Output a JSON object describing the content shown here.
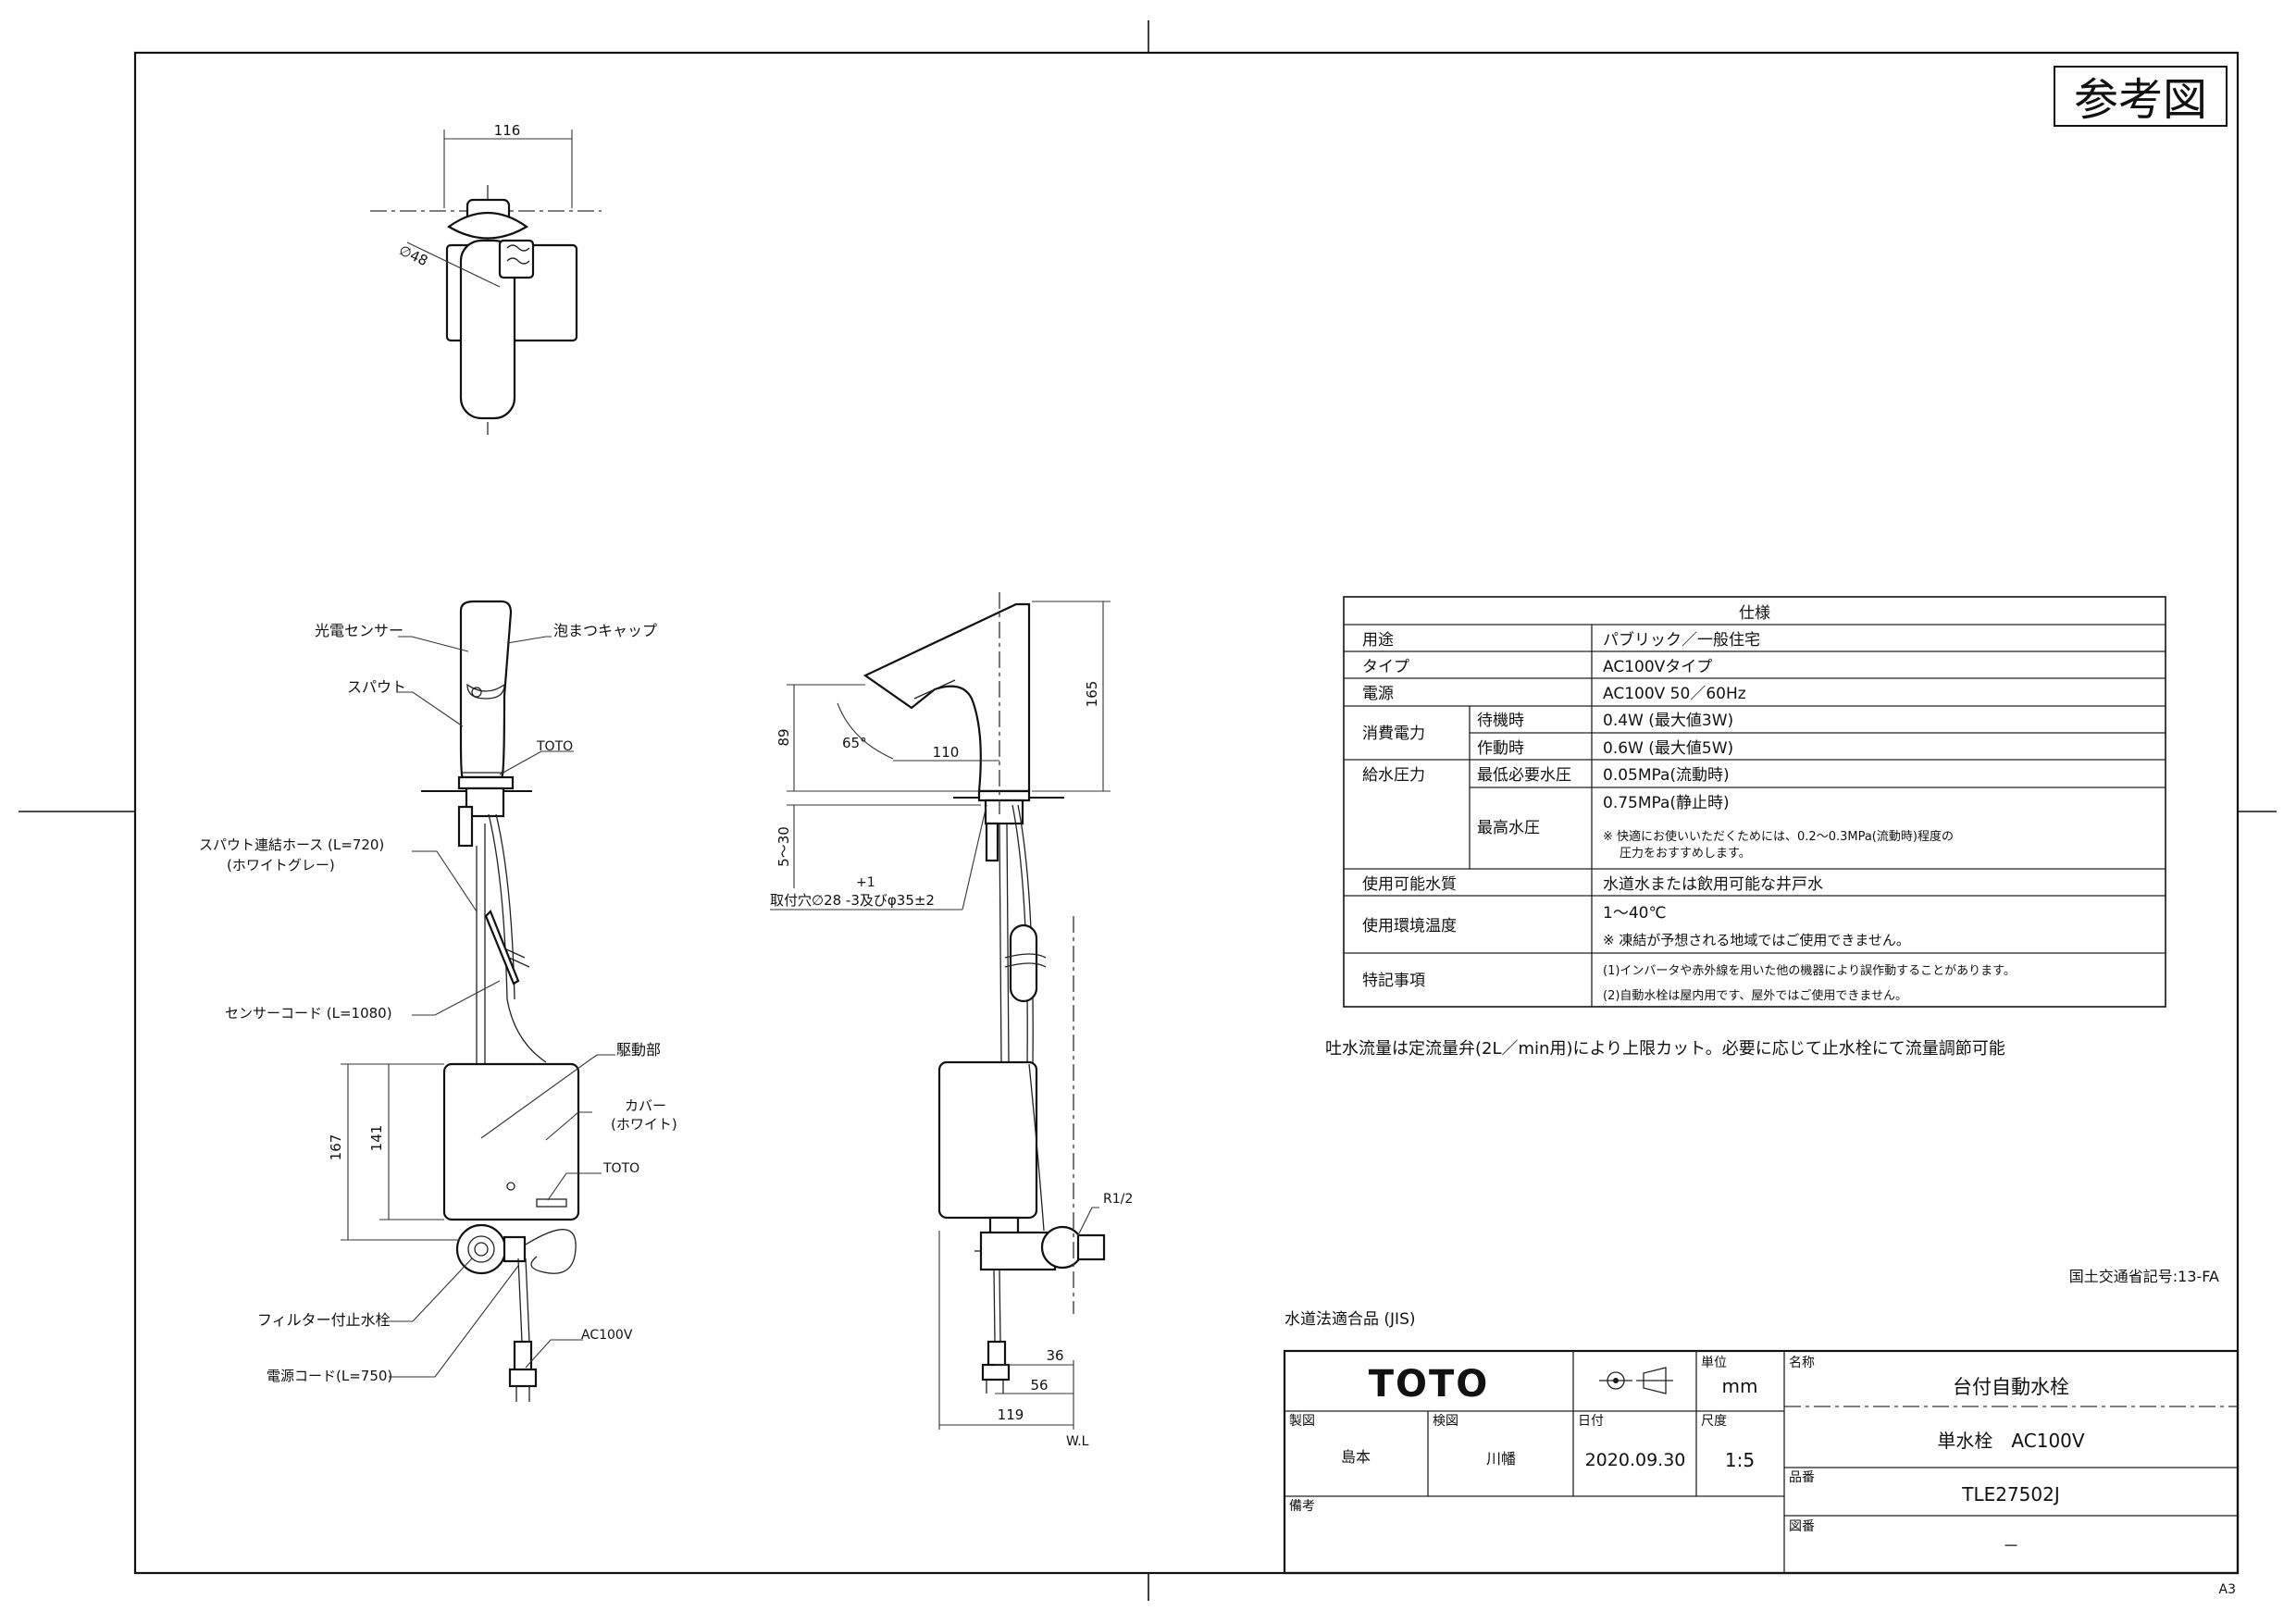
{
  "stamp": "参考図",
  "top_view": {
    "width_dim": "116",
    "diameter_dim": "∅48"
  },
  "front_view": {
    "labels": {
      "sensor": "光電センサー",
      "aerator": "泡まつキャップ",
      "spout": "スパウト",
      "toto_spout": "TOTO",
      "hose": "スパウト連結ホース (L=720)",
      "hose_color": "(ホワイトグレー)",
      "sensor_cord": "センサーコード (L=1080)",
      "drive": "駆動部",
      "cover": "カバー",
      "cover_color": "(ホワイト)",
      "toto_box": "TOTO",
      "filter": "フィルター付止水栓",
      "power": "AC100V",
      "power_cord": "電源コード(L=750)"
    },
    "dims": {
      "d167": "167",
      "d141": "141"
    }
  },
  "side_view": {
    "dims": {
      "d165": "165",
      "d89": "89",
      "angle": "65°",
      "d110": "110",
      "d530": "5～30",
      "tol": "+1",
      "hole": "取付穴∅28 -3及びφ35±2",
      "r12": "R1/2",
      "d36": "36",
      "d56": "56",
      "d119": "119",
      "wl": "W.L"
    }
  },
  "spec_table": {
    "header": "仕様",
    "rows": [
      {
        "label": "用途",
        "value": "パブリック／一般住宅"
      },
      {
        "label": "タイプ",
        "value": "AC100Vタイプ"
      },
      {
        "label": "電源",
        "value": "AC100V 50／60Hz"
      }
    ],
    "power": {
      "label": "消費電力",
      "standby_label": "待機時",
      "standby": "0.4W (最大値3W)",
      "active_label": "作動時",
      "active": "0.6W (最大値5W)"
    },
    "pressure": {
      "label": "給水圧力",
      "min_label": "最低必要水圧",
      "min": "0.05MPa(流動時)",
      "max_label": "最高水圧",
      "max": "0.75MPa(静止時)",
      "note1": "※ 快適にお使いいただくためには、0.2～0.3MPa(流動時)程度の",
      "note2": "圧力をおすすめします。"
    },
    "water": {
      "label": "使用可能水質",
      "value": "水道水または飲用可能な井戸水"
    },
    "temp": {
      "label": "使用環境温度",
      "value": "1～40℃",
      "note": "※ 凍結が予想される地域ではご使用できません。"
    },
    "special": {
      "label": "特記事項",
      "note1": "(1)インバータや赤外線を用いた他の機器により誤作動することがあります。",
      "note2": "(2)自動水栓は屋内用です、屋外ではご使用できません。"
    }
  },
  "flow_note": "吐水流量は定流量弁(2L／min用)により上限カット。必要に応じて止水栓にて流量調節可能",
  "mlit_code": "国土交通省記号:13-FA",
  "jis_note": "水道法適合品 (JIS)",
  "title_block": {
    "brand": "TOTO",
    "unit_label": "単位",
    "unit": "mm",
    "name_label": "名称",
    "name": "台付自動水栓",
    "model_desc": "単水栓　AC100V",
    "drawn_label": "製図",
    "drawn": "島本",
    "checked_label": "検図",
    "checked": "川幡",
    "date_label": "日付",
    "date": "2020.09.30",
    "scale_label": "尺度",
    "scale": "1:5",
    "part_label": "品番",
    "part": "TLE27502J",
    "remarks_label": "備考",
    "drawing_label": "図番",
    "drawing": "－"
  },
  "sheet_size": "A3"
}
